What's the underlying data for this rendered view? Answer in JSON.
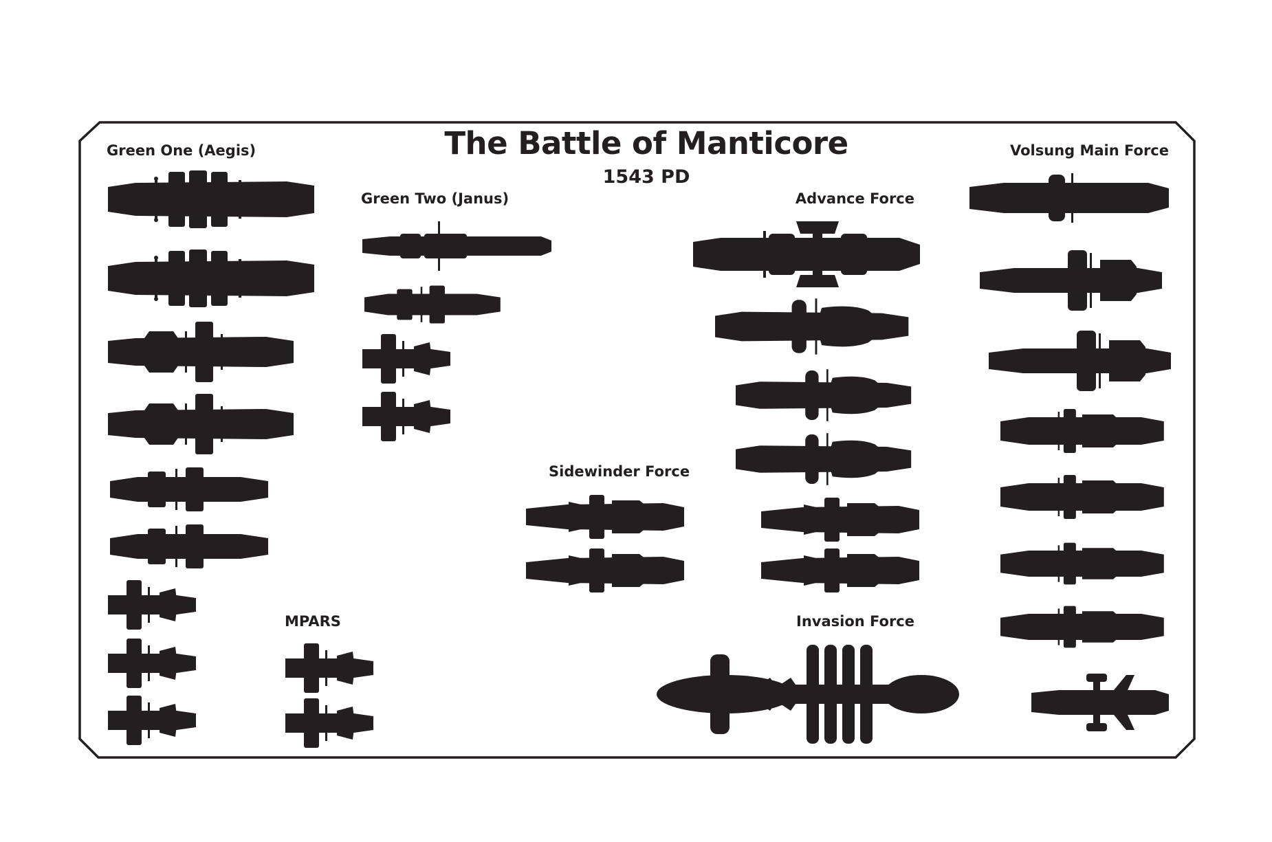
{
  "diagram": {
    "title": "The Battle of Manticore",
    "subtitle": "1543 PD",
    "ink_color": "#231f20",
    "background_color": "#ffffff",
    "groups": [
      {
        "id": "green-one",
        "label": "Green One (Aegis)",
        "ship_count": 9
      },
      {
        "id": "green-two",
        "label": "Green Two (Janus)",
        "ship_count": 4
      },
      {
        "id": "mpars",
        "label": "MPARS",
        "ship_count": 2
      },
      {
        "id": "sidewinder",
        "label": "Sidewinder Force",
        "ship_count": 2
      },
      {
        "id": "advance",
        "label": "Advance Force",
        "ship_count": 6
      },
      {
        "id": "invasion",
        "label": "Invasion Force",
        "ship_count": 1
      },
      {
        "id": "volsung",
        "label": "Volsung Main Force",
        "ship_count": 8
      }
    ]
  }
}
